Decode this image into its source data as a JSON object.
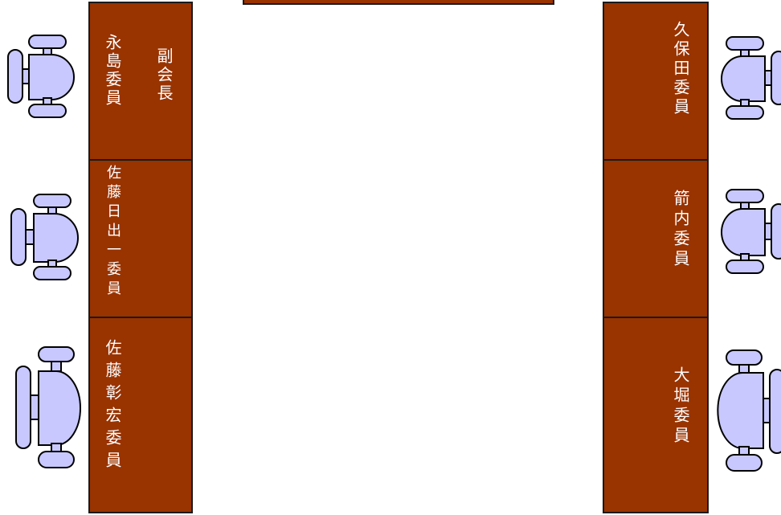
{
  "colors": {
    "desk": "#993300",
    "desk_border": "#1a1a1a",
    "chair_fill": "#c8c8ff",
    "chair_stroke": "#000000",
    "text": "#ffffff"
  },
  "top_table": {
    "label": ""
  },
  "left_desks": [
    {
      "member": "永島委員",
      "title": "副会長"
    },
    {
      "member": "佐藤日出一委員"
    },
    {
      "member": "佐藤彰宏委員"
    }
  ],
  "right_desks": [
    {
      "member": "久保田委員"
    },
    {
      "member": "箭内委員"
    },
    {
      "member": "大堀委員"
    }
  ],
  "icons": {
    "chair": "office-chair-icon"
  }
}
